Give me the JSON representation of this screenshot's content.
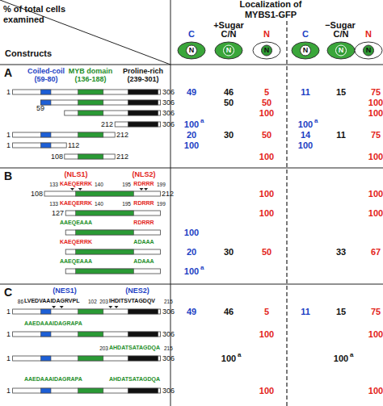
{
  "diagram": {
    "nodes": [
      {
        "text": [
          "C",
          "N"
        ]
      },
      {
        "text": [
          "C/N",
          "N"
        ]
      },
      {
        "text": [
          "N",
          "N"
        ]
      },
      {
        "text": [
          "C",
          "N"
        ]
      },
      {
        "text": [
          "C/N",
          "N"
        ]
      },
      {
        "text": [
          "N",
          "N"
        ]
      }
    ],
    "labels": [
      "% of total cells examined",
      "Constructs",
      "Localization of MYBS1-GFP",
      "+Sugar",
      "−Sugar",
      "A",
      "Coiled-coil",
      "(59-80)",
      "MYB domain",
      "(136-188)",
      "Proline-rich",
      "(239-301)",
      "1",
      "306",
      "49",
      "46",
      "5",
      "11",
      "15",
      "75",
      "59",
      "306",
      "50",
      "50",
      "100",
      "306",
      "100",
      "100",
      "212",
      "306",
      "100",
      "a",
      "100",
      "a",
      "1",
      "212",
      "20",
      "30",
      "50",
      "14",
      "11",
      "75",
      "1",
      "112",
      "100",
      "100",
      "108",
      "212",
      "100",
      "100",
      "B",
      "(NLS1)",
      "(NLS2)",
      "133",
      "KAEQERRK",
      "140",
      "195",
      "RDRRR",
      "199",
      "108",
      "212",
      "100",
      "100",
      "127",
      "133",
      "KAEQERRK",
      "140",
      "195",
      "RDRRR",
      "199",
      "100",
      "100",
      "AAEQEAAA",
      "RDRRR",
      "100",
      "KAEQERRK",
      "ADAAA",
      "20",
      "30",
      "50",
      "33",
      "67",
      "AAEQEAAA",
      "ADAAA",
      "100",
      "a",
      "C",
      "(NES1)",
      "(NES2)",
      "86",
      "LVEDVAAIDAGRVPL",
      "102",
      "203",
      "IHDITSVTAGDQV",
      "215",
      "1",
      "306",
      "49",
      "46",
      "5",
      "11",
      "15",
      "75",
      "AAEDAAAIDAGRAPA",
      "1",
      "306",
      "100",
      "100",
      "203",
      "AHDATSATAGDQA",
      "215",
      "1",
      "306",
      "100",
      "a",
      "100",
      "a",
      "AAEDAAAIDAGRAPA",
      "AHDATSATAGDQA",
      "1",
      "306",
      "100",
      "100"
    ]
  }
}
